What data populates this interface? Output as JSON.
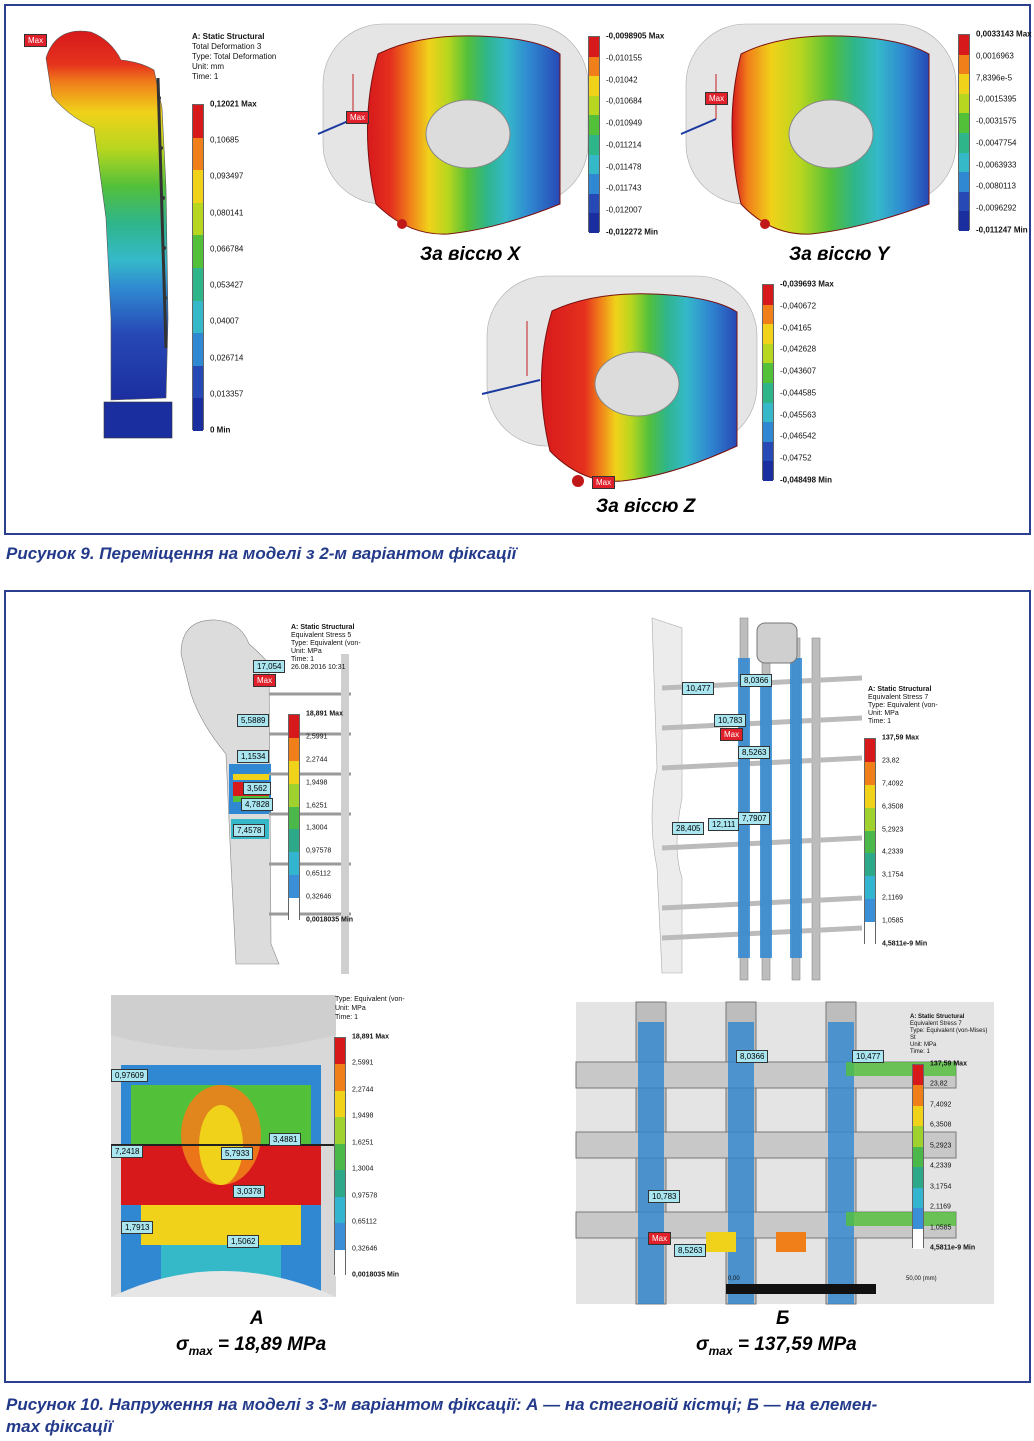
{
  "figure9": {
    "caption": "Рисунок 9. Переміщення на моделі з 2-м варіантом фіксації",
    "main": {
      "max_tag": "Max",
      "info": [
        "A: Static Structural",
        "Total Deformation 3",
        "Type: Total Deformation",
        "Unit: mm",
        "Time: 1"
      ],
      "legend": [
        "0,12021 Max",
        "0,10685",
        "0,093497",
        "0,080141",
        "0,066784",
        "0,053427",
        "0,04007",
        "0,026714",
        "0,013357",
        "0 Min"
      ]
    },
    "x_view": {
      "label": "За віссю X",
      "max_tag": "Max",
      "legend": [
        "-0,0098905 Max",
        "-0,010155",
        "-0,01042",
        "-0,010684",
        "-0,010949",
        "-0,011214",
        "-0,011478",
        "-0,011743",
        "-0,012007",
        "-0,012272 Min"
      ]
    },
    "y_view": {
      "label": "За віссю Y",
      "max_tag": "Max",
      "legend": [
        "0,0033143 Max",
        "0,0016963",
        "7,8396e-5",
        "-0,0015395",
        "-0,0031575",
        "-0,0047754",
        "-0,0063933",
        "-0,0080113",
        "-0,0096292",
        "-0,011247 Min"
      ]
    },
    "z_view": {
      "label": "За віссю Z",
      "max_tag": "Max",
      "legend": [
        "-0,039693 Max",
        "-0,040672",
        "-0,04165",
        "-0,042628",
        "-0,043607",
        "-0,044585",
        "-0,045563",
        "-0,046542",
        "-0,04752",
        "-0,048498 Min"
      ]
    }
  },
  "figure10": {
    "caption_line1": "Рисунок 10. Напруження на моделі з 3-м варіантом фіксації: А — на стегновій кістці; Б — на елемен-",
    "caption_line2": "тах фіксації",
    "bone": {
      "info": [
        "A: Static Structural",
        "Equivalent Stress 5",
        "Type: Equivalent (von-",
        "Unit: MPa",
        "Time: 1",
        "26.08.2016 10:31"
      ],
      "max_tag": "Max",
      "tags": [
        "17,054",
        "5,5889",
        "1,1534",
        "3,562",
        "4,7828",
        "7,4578"
      ],
      "legend": [
        "18,891 Max",
        "2,5991",
        "2,2744",
        "1,9498",
        "1,6251",
        "1,3004",
        "0,97578",
        "0,65112",
        "0,32646",
        "0,0018035 Min"
      ]
    },
    "bone_zoom": {
      "info": [
        "Type: Equivalent (von-",
        "Unit: MPa",
        "Time: 1"
      ],
      "tags": [
        "0,97609",
        "3,4881",
        "7,2418",
        "5,7933",
        "3,0378",
        "1,7913",
        "1,5062"
      ],
      "legend": [
        "18,891 Max",
        "2,5991",
        "2,2744",
        "1,9498",
        "1,6251",
        "1,3004",
        "0,97578",
        "0,65112",
        "0,32646",
        "0,0018035 Min"
      ]
    },
    "fixator": {
      "info": [
        "A: Static Structural",
        "Equivalent Stress 7",
        "Type: Equivalent (von-",
        "Unit: MPa",
        "Time: 1"
      ],
      "max_tag": "Max",
      "tags": [
        "10,477",
        "8,0366",
        "10,783",
        "8,5263",
        "28,405",
        "12,111",
        "7,7907"
      ],
      "legend": [
        "137,59 Max",
        "23,82",
        "7,4092",
        "6,3508",
        "5,2923",
        "4,2339",
        "3,1754",
        "2,1169",
        "1,0585",
        "4,5811e-9 Min"
      ]
    },
    "fixator_zoom": {
      "info": [
        "A: Static Structural",
        "Equivalent Stress 7",
        "Type: Equivalent (von-Mises) St",
        "Unit: MPa",
        "Time: 1"
      ],
      "max_tag": "Max",
      "tags": [
        "8,0366",
        "10,477",
        "10,783",
        "8,5263"
      ],
      "legend": [
        "137,59 Max",
        "23,82",
        "7,4092",
        "6,3508",
        "5,2923",
        "4,2339",
        "3,1754",
        "2,1169",
        "1,0585",
        "4,5811e-9 Min"
      ],
      "scale_left": "0,00",
      "scale_right": "50,00 (mm)"
    },
    "label_a": "А",
    "sigma_a_prefix": "σ",
    "sigma_a_sub": "max",
    "sigma_a_value": " = 18,89 MPa",
    "label_b": "Б",
    "sigma_b_prefix": "σ",
    "sigma_b_sub": "max",
    "sigma_b_value": " = 137,59 MPa"
  },
  "colors": {
    "frame": "#2a3f8f",
    "caption": "#233a8a",
    "scale": [
      "#d7191c",
      "#f07f1a",
      "#f0d21a",
      "#b7d61f",
      "#53c03a",
      "#2fb58a",
      "#35b9c9",
      "#2f88d1",
      "#2749b5",
      "#1b2ea0"
    ],
    "stress_scale": [
      "#d7191c",
      "#f07f1a",
      "#f0d21a",
      "#9fd22f",
      "#4bb84a",
      "#2da889",
      "#34b5cf",
      "#3b8fd6",
      "#ffffff"
    ]
  }
}
